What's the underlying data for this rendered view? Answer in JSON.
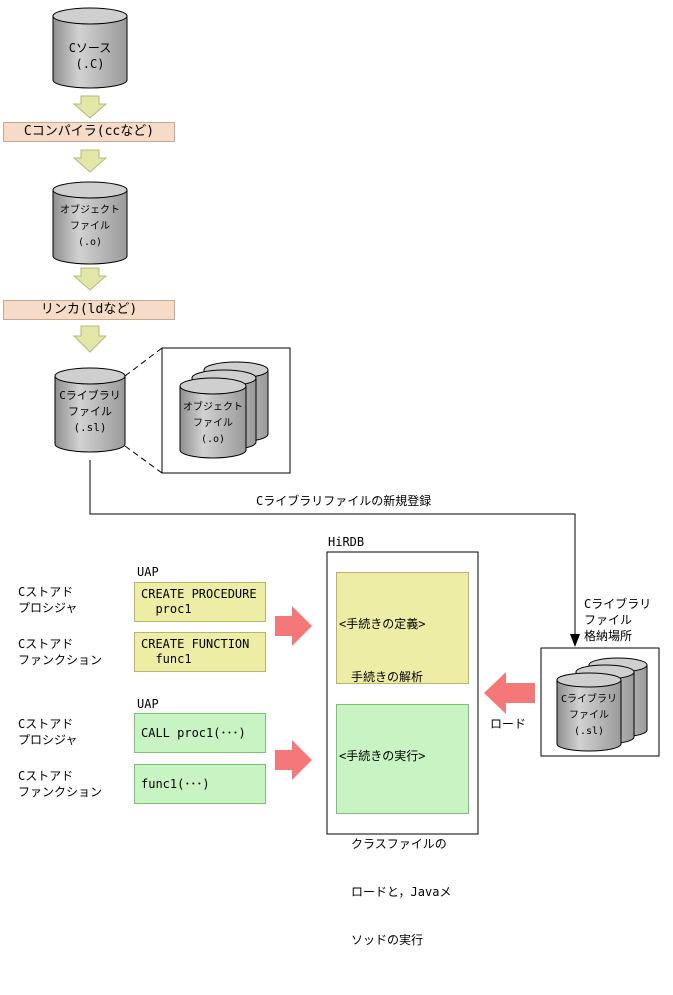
{
  "flow": {
    "source_line1": "Cソース",
    "source_line2": "(.C)",
    "compiler": "Cコンパイラ(ccなど)",
    "object_line1": "オブジェクト",
    "object_line2": "ファイル",
    "object_line3": "(.o)",
    "linker": "リンカ(ldなど)",
    "library_line1": "Cライブラリ",
    "library_line2": "ファイル",
    "library_line3": "(.sl)",
    "zoom_object_line1": "オブジェクト",
    "zoom_object_line2": "ファイル",
    "zoom_object_line3": "(.o)",
    "register_label": "Cライブラリファイルの新規登録"
  },
  "left": {
    "uap_top": "UAP",
    "stored_proc1_line1": "Cストアド",
    "stored_proc1_line2": "プロシジャ",
    "stored_func1_line1": "Cストアド",
    "stored_func1_line2": "ファンクション",
    "create_procedure_line1": "CREATE PROCEDURE",
    "create_procedure_line2": "  proc1",
    "create_function_line1": "CREATE FUNCTION",
    "create_function_line2": "  func1",
    "uap_bottom": "UAP",
    "stored_proc2_line1": "Cストアド",
    "stored_proc2_line2": "プロシジャ",
    "stored_func2_line1": "Cストアド",
    "stored_func2_line2": "ファンクション",
    "call_proc": "CALL proc1(･･･)",
    "call_func": "func1(･･･)"
  },
  "hirdb": {
    "title": "HiRDB",
    "define_heading": "<手続きの定義>",
    "define_body": "手続きの解析",
    "execute_heading": "<手続きの実行>",
    "execute_body_line1": "クラスファイルの",
    "execute_body_line2": "ロードと，Javaメ",
    "execute_body_line3": "ソッドの実行"
  },
  "storage": {
    "label_line1": "Cライブラリ",
    "label_line2": "ファイル",
    "label_line3": "格納場所",
    "cyl_line1": "Cライブラリ",
    "cyl_line2": "ファイル",
    "cyl_line3": "(.sl)",
    "load_label": "ロード"
  },
  "colors": {
    "cylinder_gray": "#b4b4b4",
    "flow_arrow": "#e2e6a6",
    "process_bar": "#f6dcc8",
    "define_box": "#eeeda6",
    "execute_box": "#c8f3c2",
    "action_arrow": "#f4777a"
  }
}
